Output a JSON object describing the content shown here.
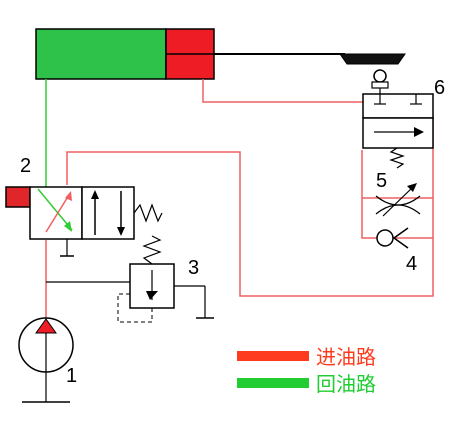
{
  "components": {
    "pump": {
      "number": "1"
    },
    "directional_valve": {
      "number": "2"
    },
    "relief_valve": {
      "number": "3"
    },
    "check_valve": {
      "number": "4"
    },
    "throttle_valve": {
      "number": "5"
    },
    "travel_valve": {
      "number": "6"
    }
  },
  "legend": {
    "inlet": {
      "label": "进油路",
      "color": "#ff3b1f"
    },
    "return": {
      "label": "回油路",
      "color": "#22cc33"
    }
  },
  "colors": {
    "inlet_line": "#f06060",
    "return_line": "#33cc33",
    "cylinder_green": "#2ec24a",
    "cylinder_red": "#ee1c25",
    "solenoid_red": "#e0262a",
    "stroke": "#000000"
  }
}
